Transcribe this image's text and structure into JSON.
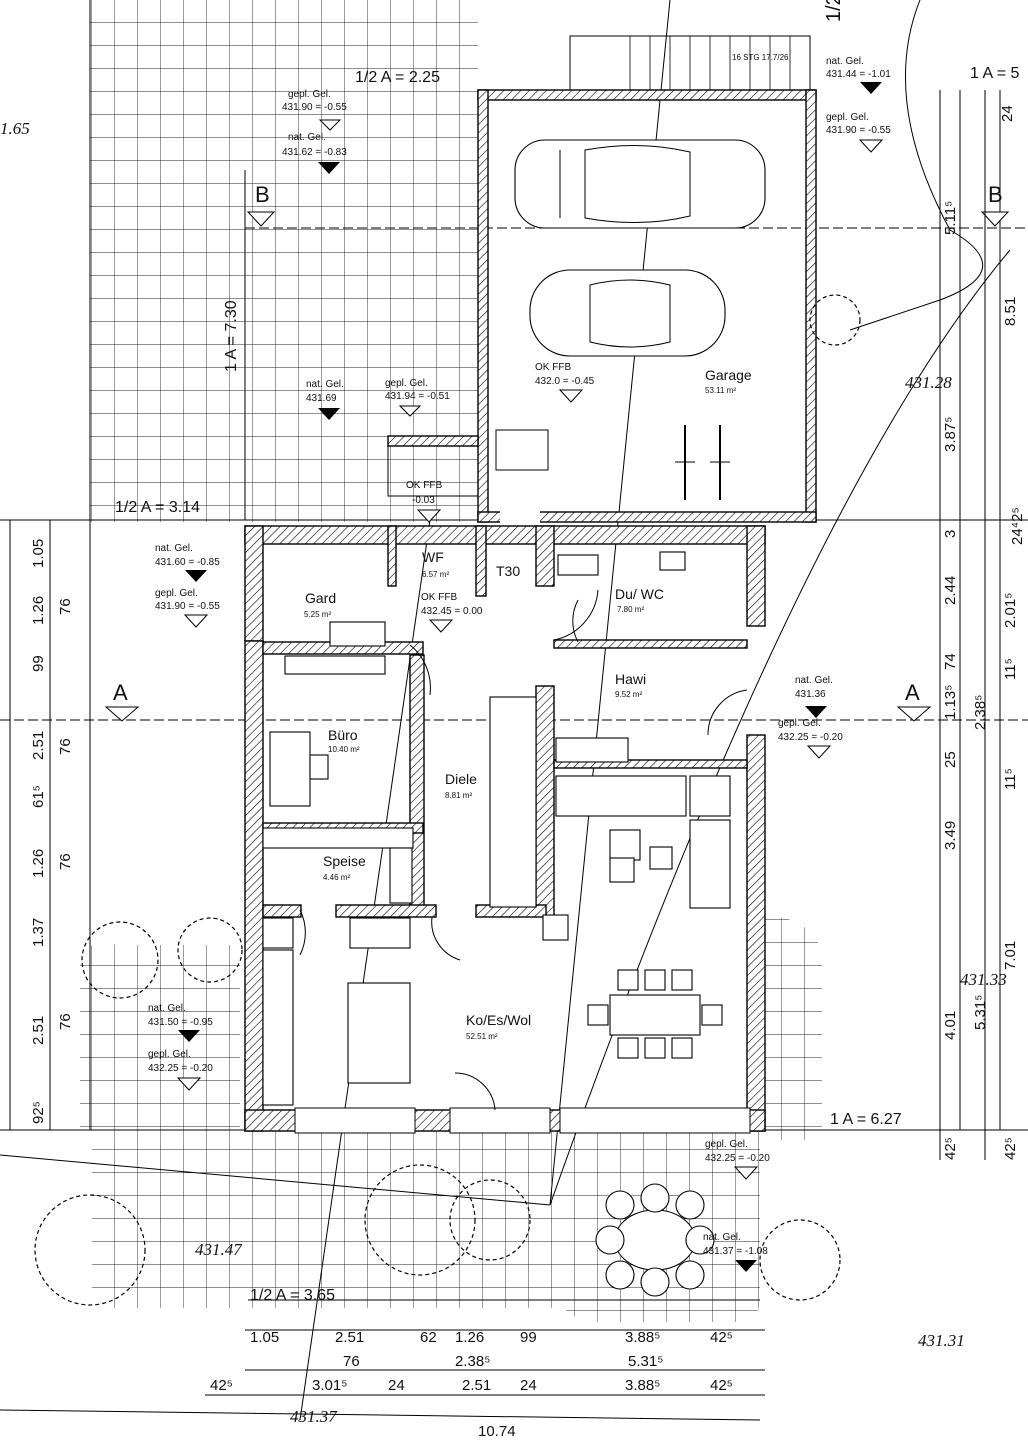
{
  "rooms": [
    {
      "name": "Garage",
      "area": "53.11 m²"
    },
    {
      "name": "Gard",
      "area": "5.25 m²"
    },
    {
      "name": "WF",
      "area": "6.57 m²"
    },
    {
      "name": "Du/ WC",
      "area": "7.80 m²"
    },
    {
      "name": "Hawi",
      "area": "9.52 m²"
    },
    {
      "name": "Büro",
      "area": "10.40 m²"
    },
    {
      "name": "Diele",
      "area": "8.81 m²"
    },
    {
      "name": "Speise",
      "area": "4.46 m²"
    },
    {
      "name": "Ko/Es/Wol",
      "area": "52.51 m²"
    }
  ],
  "door_label": "T30",
  "stair_note": "16 STG 17.7/26",
  "levels": [
    {
      "type": "gepl. Gel.",
      "value": "431.90 = -0.55"
    },
    {
      "type": "nat. Gel.",
      "value": "431.62 = -0.83"
    },
    {
      "type": "nat. Gel.",
      "value": "431.44 = -1.01"
    },
    {
      "type": "gepl. Gel.",
      "value": "431.90 = -0.55"
    },
    {
      "type": "nat. Gel.",
      "value": "431.69"
    },
    {
      "type": "gepl. Gel.",
      "value": "431.94 = -0.51"
    },
    {
      "type": "OK FFB",
      "value": "432.0 = -0.45"
    },
    {
      "type": "OK FFB",
      "value": "-0.03"
    },
    {
      "type": "nat. Gel.",
      "value": "431.60 = -0.85"
    },
    {
      "type": "gepl. Gel.",
      "value": "431.90 = -0.55"
    },
    {
      "type": "OK FFB",
      "value": "432.45 = 0.00"
    },
    {
      "type": "nat. Gel.",
      "value": "431.36"
    },
    {
      "type": "gepl. Gel.",
      "value": "432.25 = -0.20"
    },
    {
      "type": "nat. Gel.",
      "value": "431.50 = -0.95"
    },
    {
      "type": "gepl. Gel.",
      "value": "432.25 = -0.20"
    },
    {
      "type": "gepl. Gel.",
      "value": "432.25 = -0.20"
    },
    {
      "type": "nat. Gel.",
      "value": "431.37 = -1.08"
    }
  ],
  "spot_heights": [
    "431.28",
    "431.33",
    "431.31",
    "431.37",
    "431.47",
    "1.65"
  ],
  "setbacks": [
    "1/2 A = 2.25",
    "1 A = 7.30",
    "1/2 A = 3.14",
    "1/2 A = 3.65",
    "1 A = 6.27",
    "1 A = 5"
  ],
  "section_marks": [
    "B",
    "B",
    "A",
    "A",
    "1/2"
  ],
  "dims_bottom_row1": [
    "1.05",
    "2.51",
    "62",
    "1.26",
    "99",
    "3.88⁵",
    "42⁵"
  ],
  "dims_bottom_row2": [
    "76",
    "2.38⁵",
    "5.31⁵"
  ],
  "dims_bottom_row3": [
    "42⁵",
    "3.01⁵",
    "24",
    "2.51",
    "24",
    "3.88⁵",
    "42⁵"
  ],
  "dims_bottom_total": "10.74",
  "dims_left": [
    "1.05",
    "1.26",
    "99",
    "2.51",
    "1.26",
    "1.37",
    "2.51",
    "92⁵",
    "76",
    "76",
    "76",
    "76",
    "61⁵"
  ],
  "dims_right_a": [
    "24",
    "5.11⁵",
    "3.87⁵",
    "3",
    "2.44",
    "74",
    "1.13⁵",
    "25",
    "3.49",
    "4.01",
    "42⁵"
  ],
  "dims_right_b": [
    "8.51",
    "2.01⁵",
    "2.38⁵",
    "7.01",
    "5.31⁵",
    "42⁵",
    "24⁴2⁵",
    "11⁵",
    "11⁵"
  ]
}
